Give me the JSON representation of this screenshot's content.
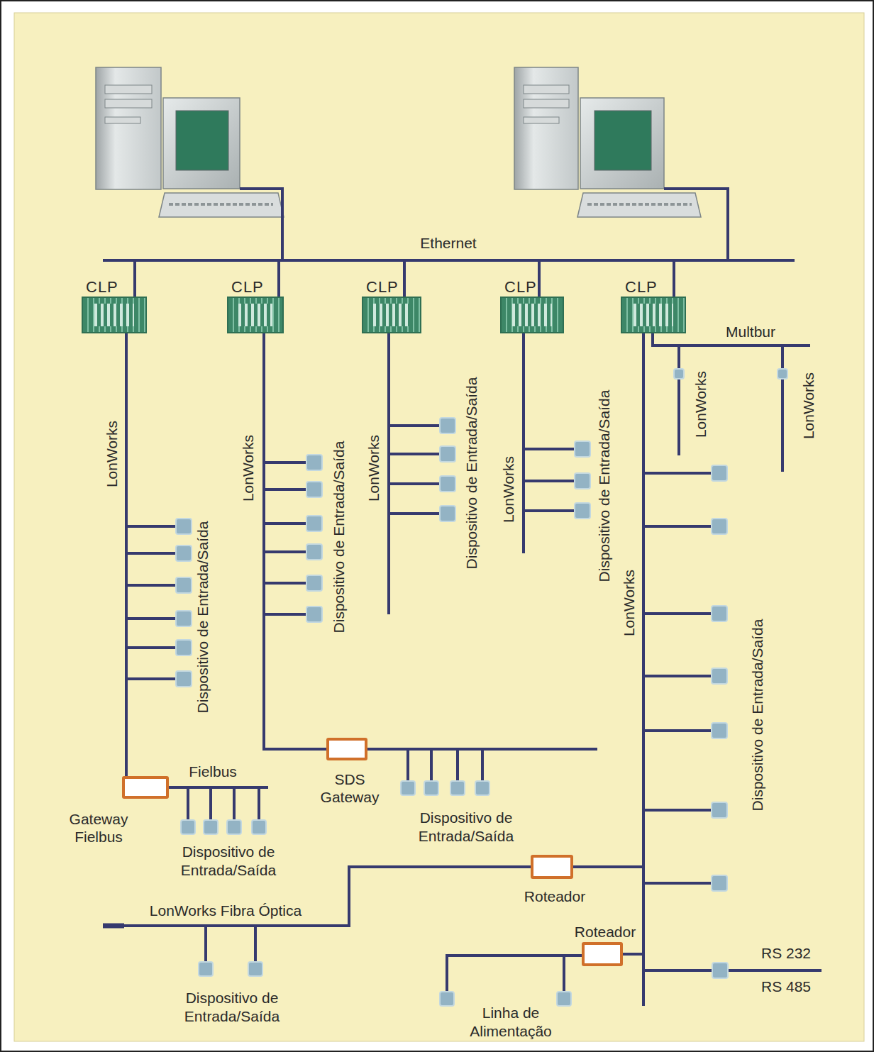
{
  "diagram": {
    "nodes": [
      {
        "text": [
          "CLP"
        ]
      },
      {
        "text": [
          "CLP"
        ]
      },
      {
        "text": [
          "CLP"
        ]
      },
      {
        "text": [
          "CLP"
        ]
      },
      {
        "text": [
          "CLP"
        ]
      },
      {
        "text": [
          "Gateway Fielbus"
        ]
      },
      {
        "text": [
          "SDS Gateway"
        ]
      },
      {
        "text": [
          "Roteador"
        ]
      },
      {
        "text": [
          "Roteador"
        ]
      }
    ],
    "edges": [
      {
        "from": 0,
        "to": 5,
        "arrow": "none",
        "label": "LonWorks"
      },
      {
        "from": 1,
        "to": 6,
        "arrow": "none",
        "label": "LonWorks"
      },
      {
        "from": 4,
        "to": 7,
        "arrow": "none",
        "label": "LonWorks"
      },
      {
        "from": 4,
        "to": 8,
        "arrow": "none"
      }
    ],
    "labels": [
      "Ethernet",
      "Multbur",
      "LonWorks",
      "LonWorks",
      "Dispositivo de Entrada/Saída",
      "Dispositivo de Entrada/Saída",
      "LonWorks",
      "Dispositivo de Entrada/Saída",
      "LonWorks",
      "Dispositivo de Entrada/Saída",
      "Dispositivo de Entrada/Saída",
      "Fielbus",
      "Dispositivo de Entrada/Saída",
      "Dispositivo de Entrada/Saída",
      "LonWorks Fibra Óptica",
      "Dispositivo de Entrada/Saída",
      "Linha de Alimentação",
      "RS 232",
      "RS 485"
    ]
  }
}
